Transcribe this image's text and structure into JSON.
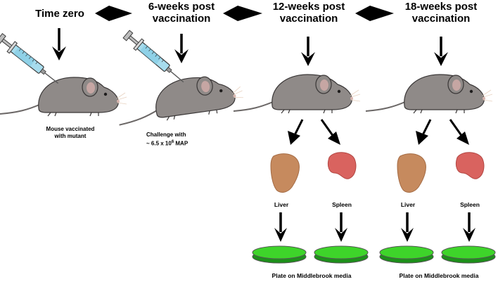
{
  "stages": [
    {
      "title": "Time zero"
    },
    {
      "title_line1": "6-weeks post",
      "title_line2": "vaccination"
    },
    {
      "title_line1": "12-weeks post",
      "title_line2": "vaccination"
    },
    {
      "title_line1": "18-weeks post",
      "title_line2": "vaccination"
    }
  ],
  "captions": {
    "vaccinated_line1": "Mouse vaccinated",
    "vaccinated_line2": "with mutant",
    "challenge_line1": "Challenge with",
    "challenge_line2_prefix": "~ 6.5 x 10",
    "challenge_exponent": "6",
    "challenge_line2_suffix": " MAP"
  },
  "organs": {
    "liver": "Liver",
    "spleen": "Spleen"
  },
  "plates": {
    "label": "Plate on Middlebrook media"
  },
  "colors": {
    "mouse_body": "#8f8a88",
    "mouse_outline": "#3a3737",
    "mouse_ear": "#c6a6a3",
    "liver": "#c68a5e",
    "spleen": "#d9635f",
    "plate_media": "#3ed42a",
    "syringe_barrel": "#a7dced",
    "arrow": "#000000"
  }
}
